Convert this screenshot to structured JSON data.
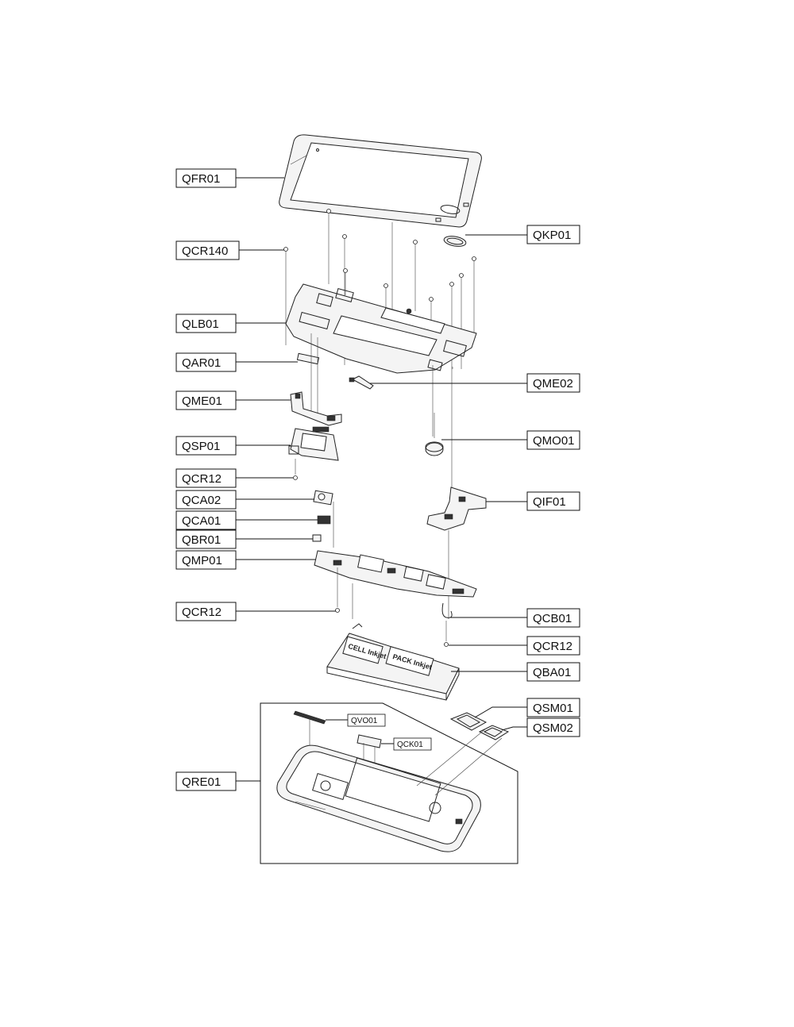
{
  "labels": {
    "QFR01": "QFR01",
    "QKP01": "QKP01",
    "QCR140": "QCR140",
    "QLB01": "QLB01",
    "QAR01": "QAR01",
    "QME02": "QME02",
    "QME01": "QME01",
    "QSP01": "QSP01",
    "QMO01": "QMO01",
    "QCR12_a": "QCR12",
    "QCA02": "QCA02",
    "QIF01": "QIF01",
    "QCA01": "QCA01",
    "QBR01": "QBR01",
    "QMP01": "QMP01",
    "QCR12_b": "QCR12",
    "QCB01": "QCB01",
    "QCR12_c": "QCR12",
    "QBA01": "QBA01",
    "QSM01": "QSM01",
    "QVO01": "QVO01",
    "QSM02": "QSM02",
    "QCK01": "QCK01",
    "QRE01": "QRE01"
  },
  "battery_print": {
    "cell": "CELL Inkjet",
    "pack": "PACK Inkjet"
  }
}
